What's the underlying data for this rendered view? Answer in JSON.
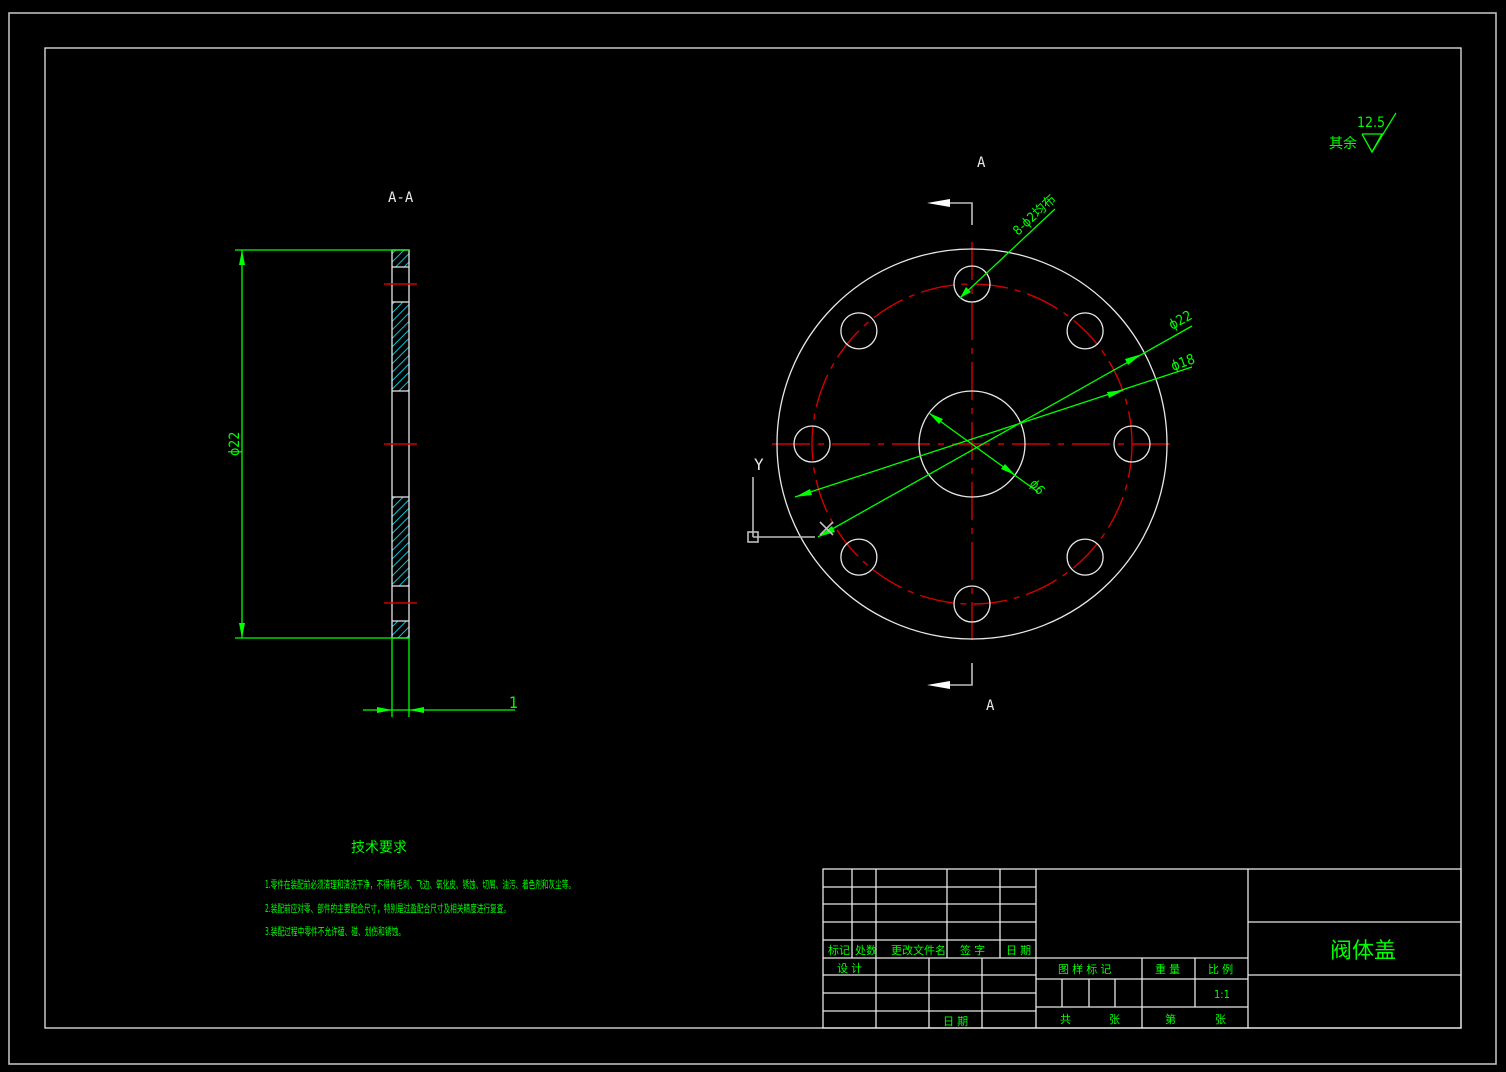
{
  "drawing": {
    "title": "阀体盖",
    "section_label": "A-A",
    "section_marker": "A",
    "colors": {
      "background": "#000000",
      "outline": "#e8e8e8",
      "dimension": "#00ff00",
      "centerline": "#d20000",
      "hatch": "#00c8d8"
    }
  },
  "roughness": {
    "value": "12.5",
    "note": "其余"
  },
  "section_view": {
    "diameter_dim": "ϕ22",
    "thickness_dim": "1"
  },
  "front_view": {
    "hole_callout": "8-ϕ2均布",
    "outer_dim": "ϕ22",
    "pitch_dim": "ϕ18",
    "bore_dim": "ϕ6",
    "ucs": {
      "y_label": "Y",
      "x_label": "X"
    }
  },
  "tech_requirements": {
    "heading": "技术要求",
    "items": [
      "1.零件在装配前必须清理和清洗干净，不得有毛刺、飞边、氧化皮、锈蚀、切屑、油污、着色剂和灰尘等。",
      "2.装配前应对零、部件的主要配合尺寸，特别是过盈配合尺寸及相关精度进行复查。",
      "3.装配过程中零件不允许磕、碰、划伤和锈蚀。"
    ]
  },
  "title_block": {
    "revision_headers": [
      "标记",
      "处数",
      "更改文件名",
      "签 字",
      "日 期"
    ],
    "design_label": "设 计",
    "date_label": "日 期",
    "stage_label": "图 样 标 记",
    "weight_label": "重 量",
    "scale_label": "比 例",
    "scale_value": "1:1",
    "total_label": "共",
    "sheets_label": "张",
    "sheet_no_label": "第",
    "sheet_label": "张",
    "part_name": "阀体盖"
  }
}
